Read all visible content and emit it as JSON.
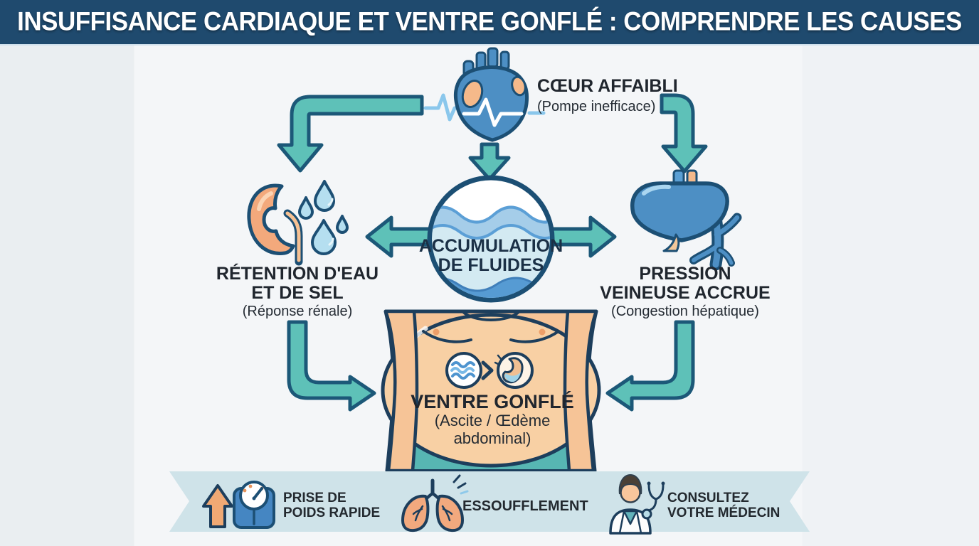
{
  "header": {
    "title": "INSUFFISANCE CARDIAQUE ET VENTRE GONFLÉ : COMPRENDRE LES CAUSES"
  },
  "nodes": {
    "heart": {
      "icon": "heart-ecg-icon",
      "label": "CŒUR AFFAIBLI",
      "sub": "(Pompe inefficace)"
    },
    "kidney": {
      "icon": "kidney-water-drops-icon",
      "line1": "RÉTENTION D'EAU",
      "line2": "ET DE SEL",
      "sub": "(Réponse rénale)"
    },
    "fluid": {
      "icon": "fluid-circle-icon",
      "line1": "ACCUMULATION",
      "line2": "DE FLUIDES"
    },
    "liver": {
      "icon": "liver-veins-icon",
      "line1": "PRESSION",
      "line2": "VEINEUSE ACCRUE",
      "sub": "(Congestion hépatique)"
    },
    "belly": {
      "icon": "swollen-belly-icon",
      "label": "VENTRE GONFLÉ",
      "sub1": "(Ascite / Œdème",
      "sub2": "abdominal)"
    }
  },
  "footer": {
    "items": [
      {
        "icon": "weight-scale-up-icon",
        "line1": "PRISE DE",
        "line2": "POIDS RAPIDE"
      },
      {
        "icon": "lungs-icon",
        "line1": "ESSOUFFLEMENT",
        "line2": ""
      },
      {
        "icon": "doctor-icon",
        "line1": "CONSULTEZ",
        "line2": "VOTRE MÉDECIN"
      }
    ]
  },
  "colors": {
    "header_bg": "#1f4a6e",
    "arrow_fill": "#5ec1b8",
    "arrow_outline": "#1c5878",
    "ribbon_bg": "#cfe3e9",
    "heart_blue": "#4d8fc4",
    "organ_orange": "#f3a97c",
    "drop_blue": "#b5dff0",
    "skin": "#f6c497",
    "pants_teal": "#57b6b3",
    "wave_light": "#a5cde9",
    "wave_line": "#5b9fd6",
    "wave_dark": "#569bd3",
    "circle_pale": "#d3eaf2",
    "text_dark": "#20262e"
  }
}
